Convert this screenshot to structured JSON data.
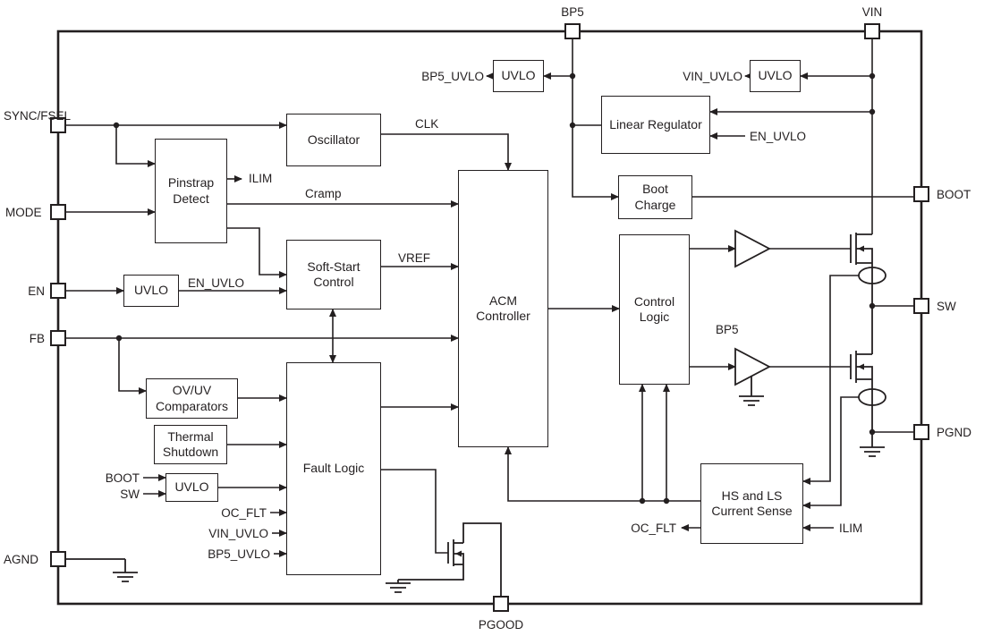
{
  "colors": {
    "ink": "#231f20",
    "background": "#ffffff"
  },
  "pins": {
    "bp5": "BP5",
    "vin": "VIN",
    "sync_fsel": "SYNC/FSEL",
    "mode": "MODE",
    "en": "EN",
    "fb": "FB",
    "agnd": "AGND",
    "boot": "BOOT",
    "sw": "SW",
    "pgnd": "PGND",
    "pgood": "PGOOD"
  },
  "blocks": {
    "uvlo_bp5": "UVLO",
    "uvlo_vin": "UVLO",
    "linear_regulator": "Linear Regulator",
    "oscillator": "Oscillator",
    "pinstrap_detect": "Pinstrap Detect",
    "boot_charge": "Boot Charge",
    "soft_start_control": "Soft-Start Control",
    "uvlo_en": "UVLO",
    "acm_controller": "ACM Controller",
    "control_logic": "Control Logic",
    "ov_uv_comparators": "OV/UV Comparators",
    "thermal_shutdown": "Thermal Shutdown",
    "fault_logic": "Fault Logic",
    "uvlo_boot_sw": "UVLO",
    "hs_ls_current_sense": "HS and LS Current Sense"
  },
  "net_labels": {
    "bp5_uvlo": "BP5_UVLO",
    "vin_uvlo": "VIN_UVLO",
    "en_uvlo_linreg": "EN_UVLO",
    "clk": "CLK",
    "ilim_pinstrap": "ILIM",
    "cramp": "Cramp",
    "vref": "VREF",
    "en_uvlo_softstart": "EN_UVLO",
    "bp5_driver": "BP5",
    "boot_uvlo_in": "BOOT",
    "sw_uvlo_in": "SW",
    "oc_flt_fault": "OC_FLT",
    "vin_uvlo_fault": "VIN_UVLO",
    "bp5_uvlo_fault": "BP5_UVLO",
    "oc_flt_cs": "OC_FLT",
    "ilim_cs": "ILIM"
  }
}
